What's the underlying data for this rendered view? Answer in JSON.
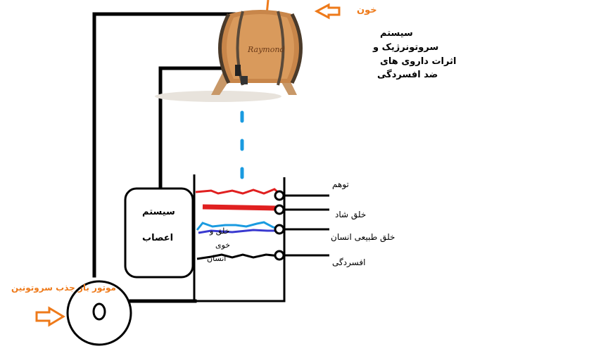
{
  "labels": {
    "blood": "خون",
    "system_line1": "سیستم",
    "system_line2": "سروتونرژیک و",
    "system_line3": "اثرات داروی های",
    "system_line4": "ضد افسردگی",
    "nerve_line1": "سیستم",
    "nerve_line2": "اعصاب",
    "illusion": "توهم",
    "happy_mood": "خلق شاد",
    "natural_mood": "خلق طبیعی انسان",
    "depression": "افسردگی",
    "human_mood_line1": "خلق و",
    "human_mood_line2": "خوی",
    "human_mood_line3": "انسان",
    "motor": "موتور باز جذب سروتونین"
  },
  "colors": {
    "accent_orange": "#ee7a1a",
    "wire_red": "#e02020",
    "wire_blue": "#1a9be0",
    "wire_purple": "#3a3ad0",
    "drip_blue": "#1a9be0",
    "line_black": "#000000"
  },
  "icons": {
    "barrel": "wine-barrel-icon",
    "arrow": "right-arrow-icon",
    "motor": "motor-circle-icon"
  }
}
